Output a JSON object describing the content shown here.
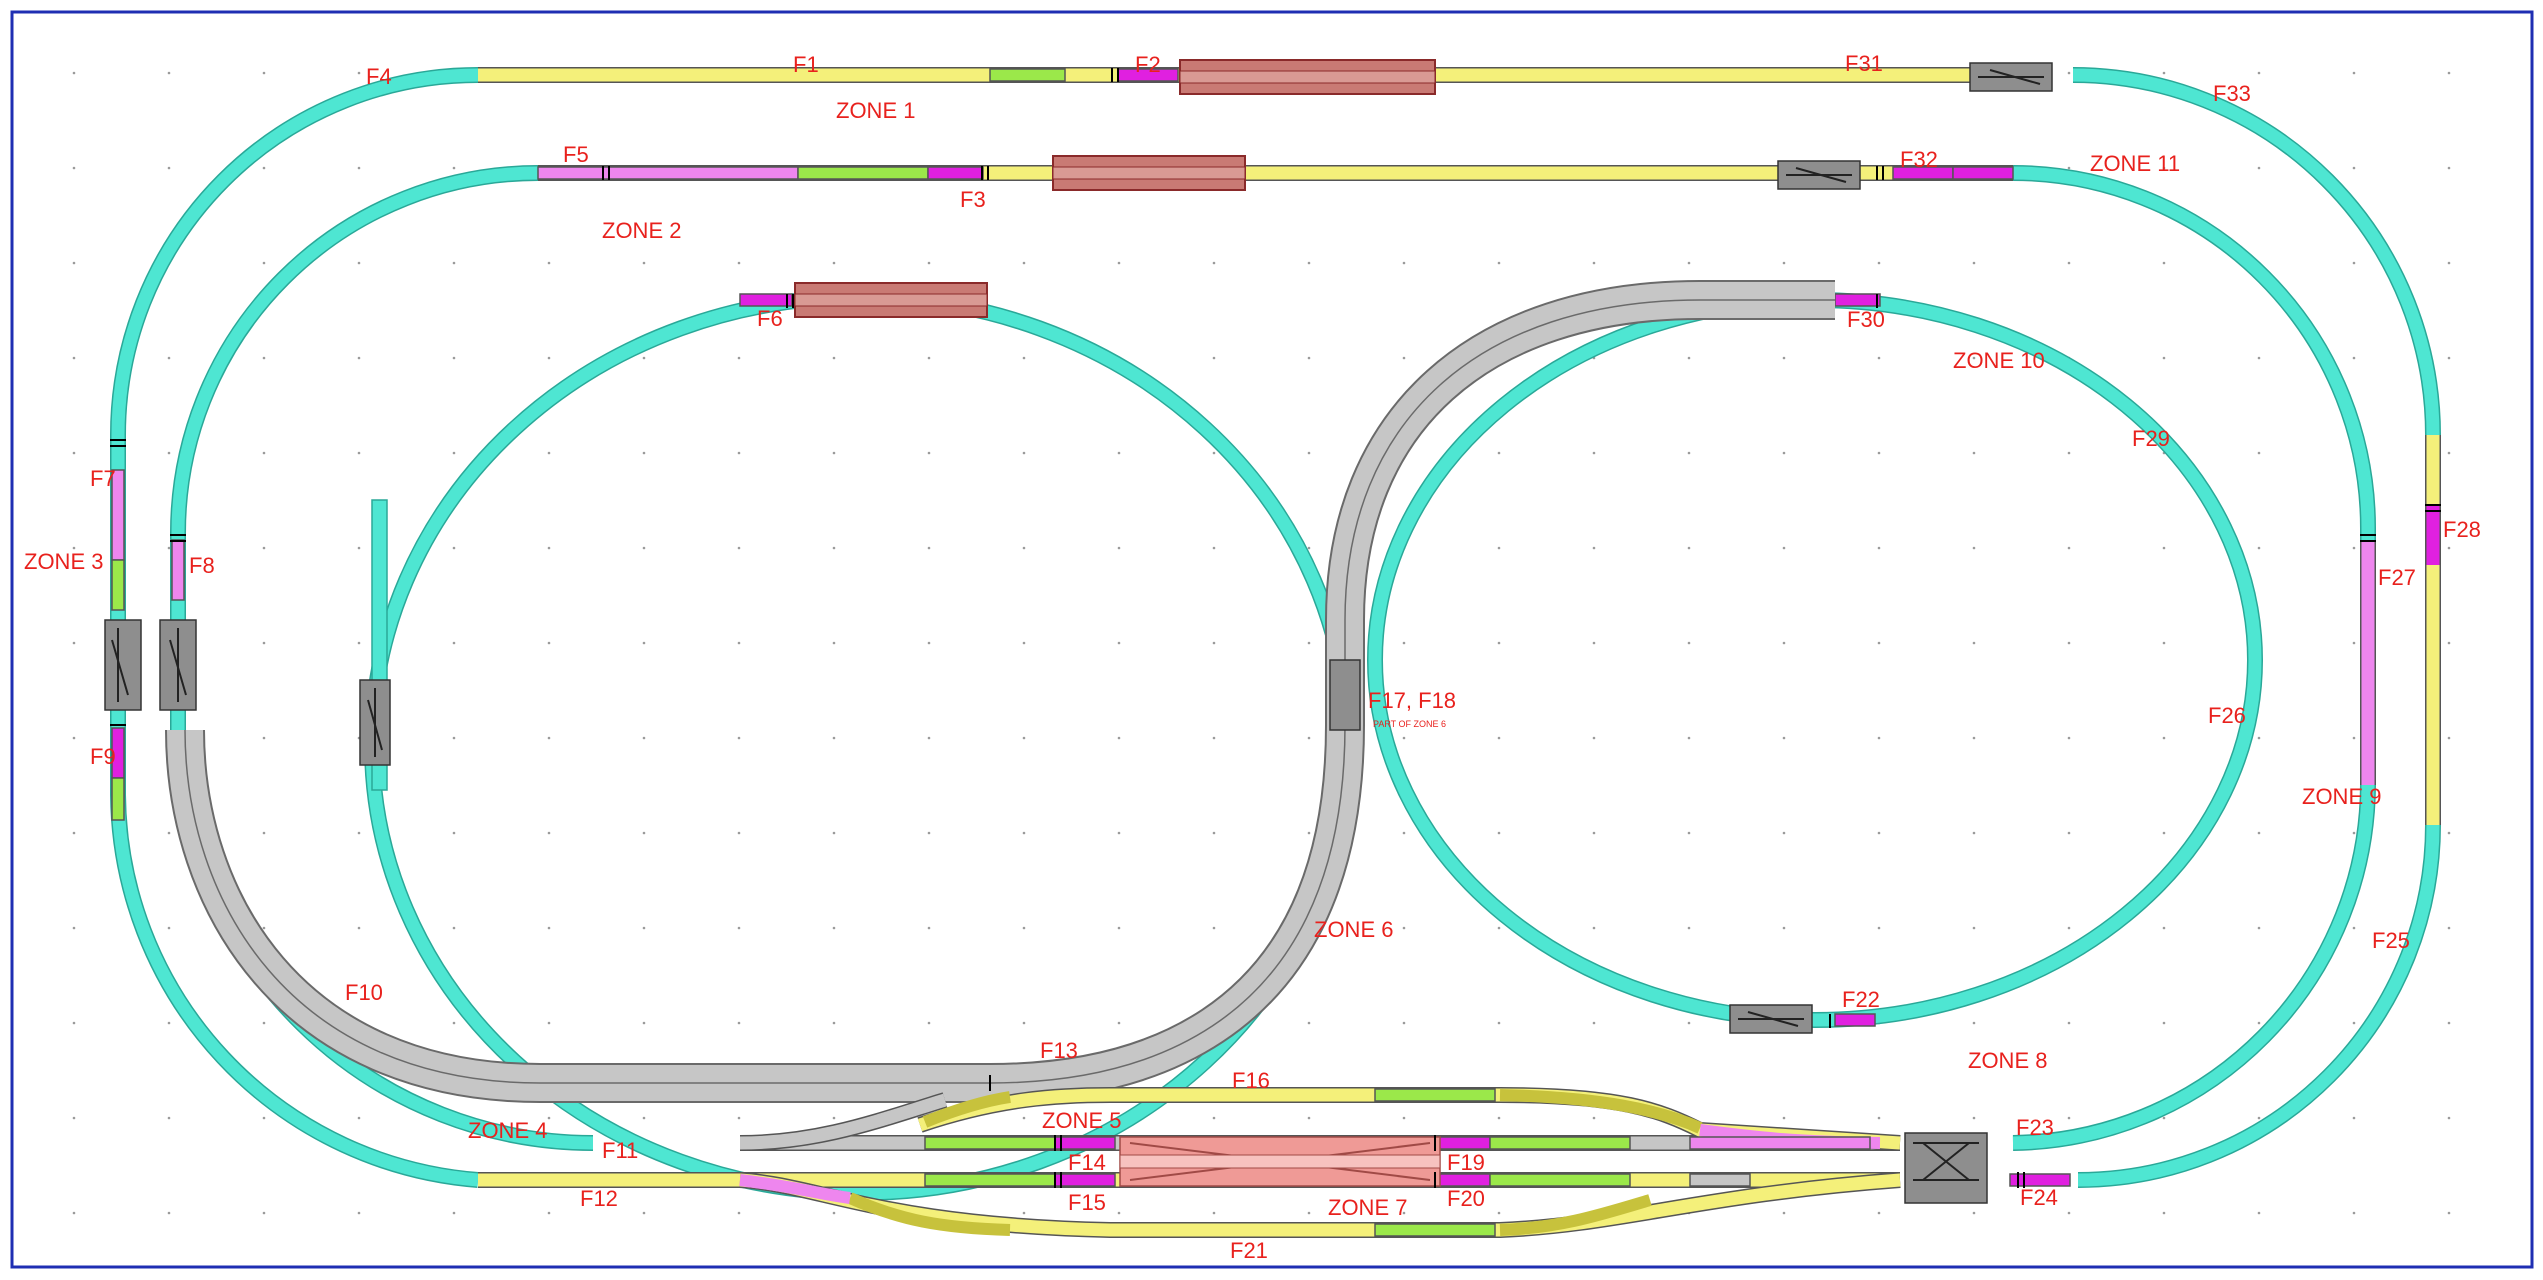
{
  "colors": {
    "border": "#1f2fb3",
    "curve": "#4ee6d2",
    "curve_edge": "#2aa898",
    "yellow": "#f4f07a",
    "green": "#9be84a",
    "pink": "#ee86ee",
    "magenta": "#e020e0",
    "grey": "#c6c6c6",
    "grey_edge": "#6a6a6a",
    "olive": "#c7c23c",
    "station": "#c97a74",
    "station_edge": "#8a2a2a",
    "cross": "#ef9a96",
    "label": "#e8211d"
  },
  "zones": {
    "z1": "ZONE 1",
    "z2": "ZONE 2",
    "z3": "ZONE 3",
    "z4": "ZONE 4",
    "z5": "ZONE 5",
    "z6": "ZONE 6",
    "z7": "ZONE 7",
    "z8": "ZONE 8",
    "z9": "ZONE 9",
    "z10": "ZONE 10",
    "z11": "ZONE 11"
  },
  "feeders": {
    "f1": "F1",
    "f2": "F2",
    "f3": "F3",
    "f4": "F4",
    "f5": "F5",
    "f6": "F6",
    "f7": "F7",
    "f8": "F8",
    "f9": "F9",
    "f10": "F10",
    "f11": "F11",
    "f12": "F12",
    "f13": "F13",
    "f14": "F14",
    "f15": "F15",
    "f16": "F16",
    "f17_18": "F17, F18",
    "f19": "F19",
    "f20": "F20",
    "f21": "F21",
    "f22": "F22",
    "f23": "F23",
    "f24": "F24",
    "f25": "F25",
    "f26": "F26",
    "f27": "F27",
    "f28": "F28",
    "f29": "F29",
    "f30": "F30",
    "f31": "F31",
    "f32": "F32",
    "f33": "F33"
  },
  "notes": {
    "part_of_zone6": "PART OF ZONE 6"
  }
}
